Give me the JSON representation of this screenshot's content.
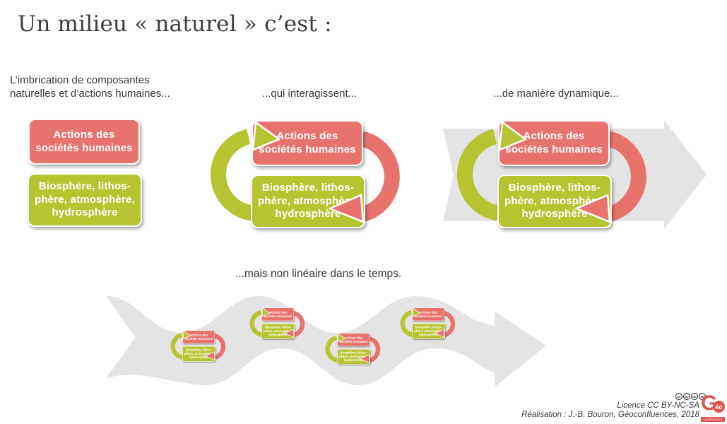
{
  "title": "Un milieu « naturel » c’est :",
  "captions": {
    "imbrication": "L’imbrication de composantes\nnaturelles et d’actions humaines...",
    "interagissent": "...qui interagissent...",
    "dynamique": "...de manière dynamique...",
    "non_lineaire": "...mais non linéaire dans le temps."
  },
  "cycle": {
    "human_box": "Actions des\nsociétés humaines",
    "nature_box": "Biosphère, lithos-\nphère, atmosphère,\nhydrosphère"
  },
  "footer": {
    "license": "Licence CC BY-NC-SA",
    "credit": "Réalisation : J.-B. Bouron, Géoconfluences, 2018",
    "cc_icons": [
      "cc",
      "by",
      "nc",
      "sa"
    ],
    "logo": {
      "letter": "G",
      "eo": "éo",
      "word": "confluences"
    }
  },
  "colors": {
    "human_red": "#e8736d",
    "nature_green": "#b7c432",
    "arrow_gray": "#e4e4e4",
    "logo_red": "#e2544d"
  }
}
